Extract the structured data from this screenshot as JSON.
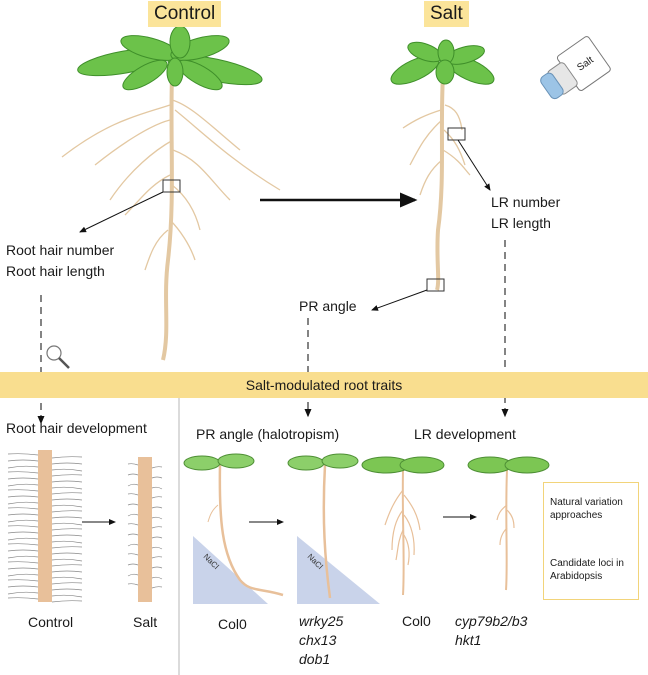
{
  "headers": {
    "control": "Control",
    "salt": "Salt"
  },
  "salt_shaker": {
    "label": "Salt"
  },
  "traits": {
    "root_hair": [
      "Root hair number",
      "Root hair length"
    ],
    "lr": [
      "LR number",
      "LR length"
    ],
    "pr": "PR angle"
  },
  "banner": "Salt-modulated root traits",
  "panels": {
    "root_hair": {
      "title": "Root hair development",
      "labels": [
        "Control",
        "Salt"
      ]
    },
    "pr_angle": {
      "title": "PR angle (halotropism)",
      "gradient_label": "NaCl",
      "wt": "Col0",
      "mutants": [
        "wrky25",
        "chx13",
        "dob1"
      ]
    },
    "lr": {
      "title": "LR development",
      "wt": "Col0",
      "mutants": [
        "cyp79b2/b3",
        "hkt1"
      ]
    }
  },
  "natural_variation": {
    "top": [
      "Natural variation",
      "approaches"
    ],
    "bottom": [
      "Candidate loci in",
      "Arabidopsis"
    ]
  },
  "colors": {
    "header_bg": "#fbe49a",
    "banner_bg": "#f9de8f",
    "leaf": "#6cc24a",
    "root": "#e8c9a0",
    "nacl": "#c9d3ea"
  }
}
